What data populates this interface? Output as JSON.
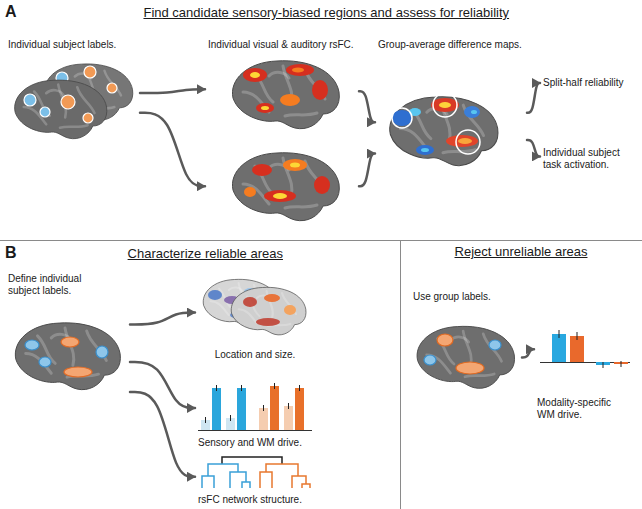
{
  "diagram": {
    "nodes": [
      {
        "text": [
          "A",
          "Find candidate sensory-biased regions and assess for reliability"
        ]
      },
      {
        "text": [
          "Individual subject labels."
        ],
        "in": 0
      },
      {
        "text": [
          "Individual visual & auditory rsFC."
        ],
        "in": 0
      },
      {
        "text": [
          "Group-average difference maps."
        ],
        "in": 0
      },
      {
        "text": [
          "Split-half reliability"
        ],
        "in": 0
      },
      {
        "text": [
          "Individual subject task activation."
        ],
        "in": 0
      },
      {
        "text": [
          "B",
          "Characterize reliable areas"
        ]
      },
      {
        "text": [
          "Define individual subject labels."
        ],
        "in": 6
      },
      {
        "text": [
          "Location and size."
        ],
        "in": 6
      },
      {
        "text": [
          "Sensory and WM drive."
        ],
        "in": 6
      },
      {
        "text": [
          "rsFC network structure."
        ],
        "in": 6
      },
      {
        "text": [
          "Reject unreliable areas"
        ]
      },
      {
        "text": [
          "Use group labels."
        ],
        "in": 11
      },
      {
        "text": [
          "Modality-specific WM drive."
        ],
        "in": 11
      }
    ],
    "edges": [
      {
        "from": 1,
        "to": 2,
        "arrow": "to"
      },
      {
        "from": 1,
        "to": 2,
        "arrow": "to"
      },
      {
        "from": 2,
        "to": 3,
        "arrow": "to"
      },
      {
        "from": 2,
        "to": 3,
        "arrow": "to"
      },
      {
        "from": 3,
        "to": 4,
        "arrow": "to"
      },
      {
        "from": 3,
        "to": 5,
        "arrow": "to"
      },
      {
        "from": 7,
        "to": 8,
        "arrow": "to"
      },
      {
        "from": 7,
        "to": 9,
        "arrow": "to"
      },
      {
        "from": 7,
        "to": 10,
        "arrow": "to"
      },
      {
        "from": 12,
        "to": 13,
        "arrow": "to"
      }
    ]
  }
}
